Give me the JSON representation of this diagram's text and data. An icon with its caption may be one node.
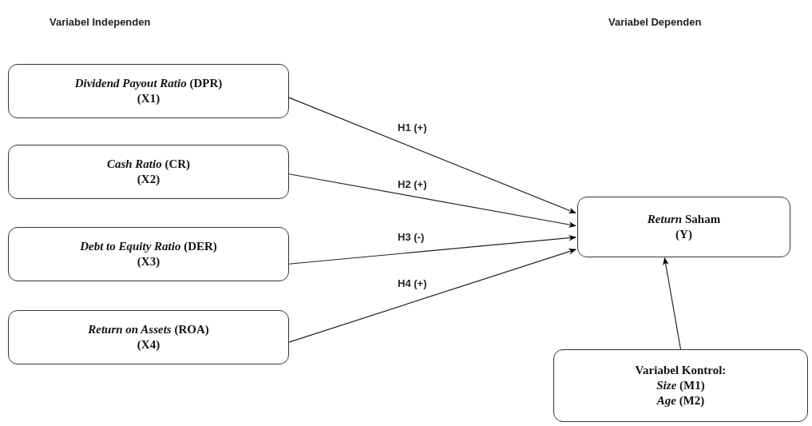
{
  "diagram": {
    "nodes": [
      {
        "text": [
          "*Dividend Payout Ratio* (DPR)",
          "(X1)"
        ]
      },
      {
        "text": [
          "*Cash Ratio* (CR)",
          "(X2)"
        ]
      },
      {
        "text": [
          "*Debt to Equity Ratio* (DER)",
          "(X3)"
        ]
      },
      {
        "text": [
          "*Return on Assets* (ROA)",
          "(X4)"
        ]
      },
      {
        "text": [
          "*Return* Saham",
          "(Y)"
        ]
      },
      {
        "text": [
          "Variabel Kontrol:",
          "*Size* (M1)",
          "*Age* (M2)"
        ]
      }
    ],
    "edges": [
      {
        "from": 0,
        "to": 4,
        "arrow": "to",
        "label": "H1 (+)"
      },
      {
        "from": 1,
        "to": 4,
        "arrow": "to",
        "label": "H2 (+)"
      },
      {
        "from": 2,
        "to": 4,
        "arrow": "to",
        "label": "H3 (-)"
      },
      {
        "from": 3,
        "to": 4,
        "arrow": "to",
        "label": "H4 (+)"
      },
      {
        "from": 5,
        "to": 4,
        "arrow": "to"
      }
    ],
    "labels": [
      "Variabel Independen",
      "Variabel Dependen"
    ]
  }
}
